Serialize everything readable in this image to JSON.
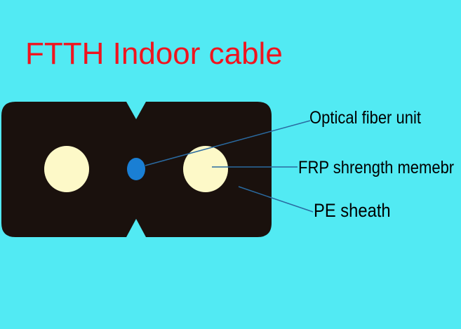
{
  "title": "FTTH Indoor cable",
  "labels": {
    "optical_fiber": "Optical fiber unit",
    "frp": "FRP shrength memebr",
    "sheath": "PE sheath"
  },
  "colors": {
    "background": "#52eaf3",
    "title": "#f0141e",
    "sheath": "#1a110d",
    "strength_member": "#fdf9c8",
    "fiber": "#1a7fd4",
    "leader": "#2a5a8a"
  }
}
